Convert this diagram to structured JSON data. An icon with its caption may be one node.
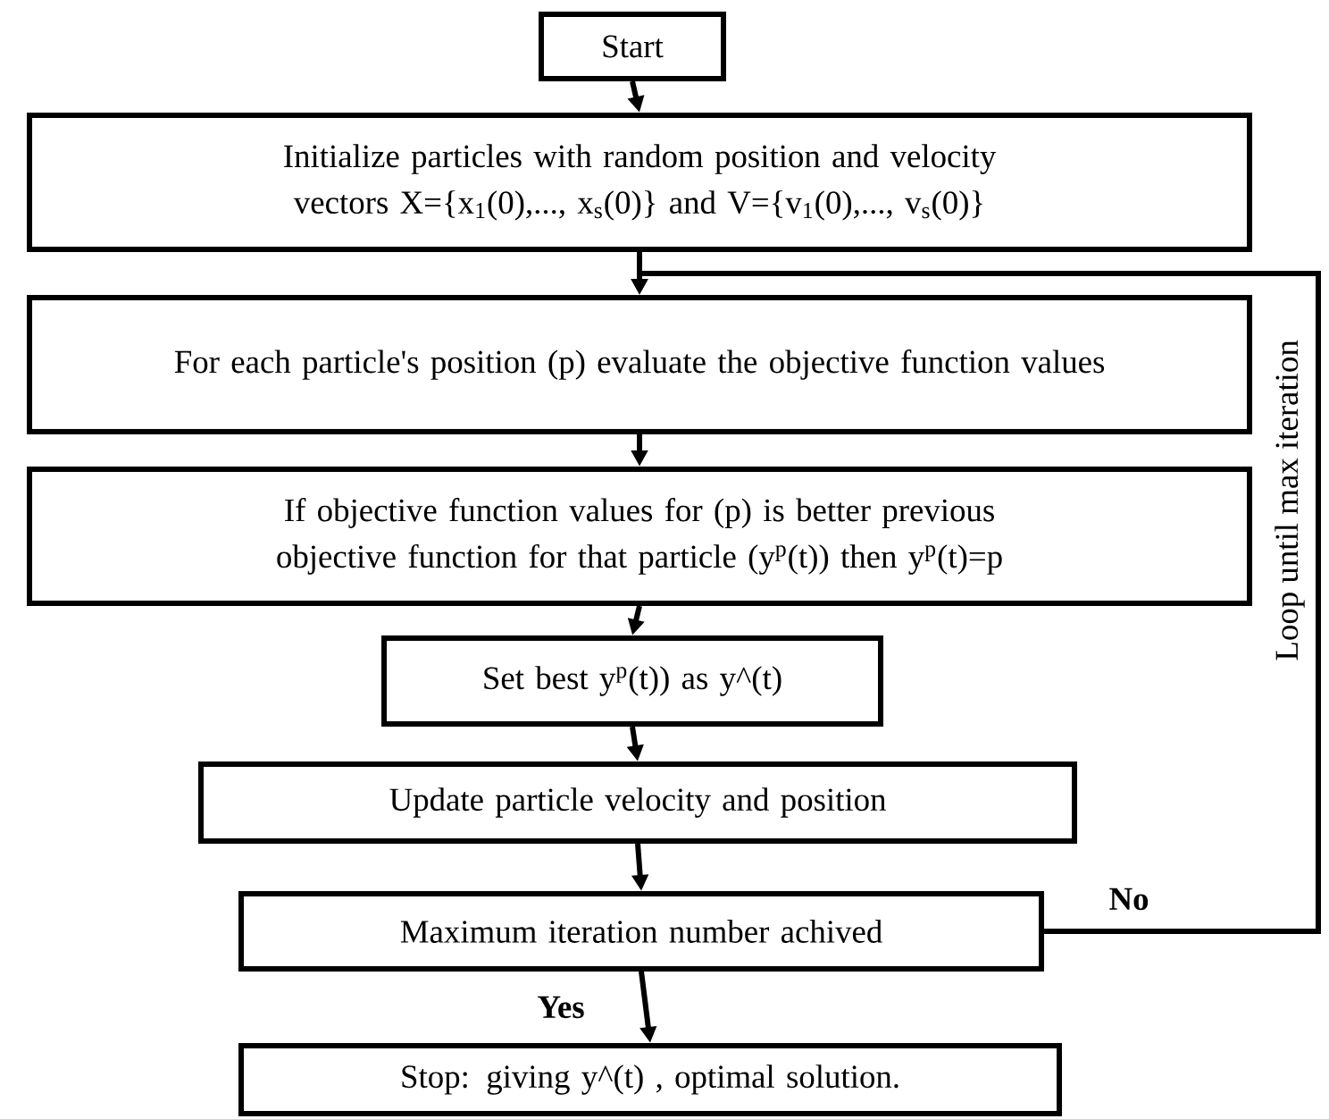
{
  "diagram": {
    "nodes": [
      {
        "text": [
          "Start"
        ]
      },
      {
        "text": [
          "Initialize particles with random position and velocity vectors X={x$_{1}$(0),..., x$_{s}$(0)} and V={v$_{1}$(0),..., v$_{s}$(0)}"
        ]
      },
      {
        "text": [
          "For each particle's position (p) evaluate the objective function values"
        ]
      },
      {
        "text": [
          "If objective function values for (p) is better previous objective function for that particle (y$^{p}$(t)) then y$^{p}$(t)=p"
        ]
      },
      {
        "text": [
          "Set best y$^{p}$(t)) as y^(t)"
        ]
      },
      {
        "text": [
          "Update particle velocity and position"
        ]
      },
      {
        "text": [
          "Maximum iteration number achived"
        ]
      },
      {
        "text": [
          "Stop: giving y^(t) , optimal solution."
        ]
      }
    ],
    "edges": [
      {
        "from": 0,
        "to": 1,
        "arrow": "to"
      },
      {
        "from": 1,
        "to": 2,
        "arrow": "to"
      },
      {
        "from": 2,
        "to": 3,
        "arrow": "to"
      },
      {
        "from": 3,
        "to": 4,
        "arrow": "to"
      },
      {
        "from": 4,
        "to": 5,
        "arrow": "to"
      },
      {
        "from": 5,
        "to": 6,
        "arrow": "to"
      },
      {
        "from": 6,
        "to": 7,
        "arrow": "to",
        "label": "Yes"
      },
      {
        "from": 6,
        "to": 2,
        "arrow": "to",
        "label": "No"
      }
    ],
    "labels": [
      "Loop until max iteration"
    ]
  }
}
